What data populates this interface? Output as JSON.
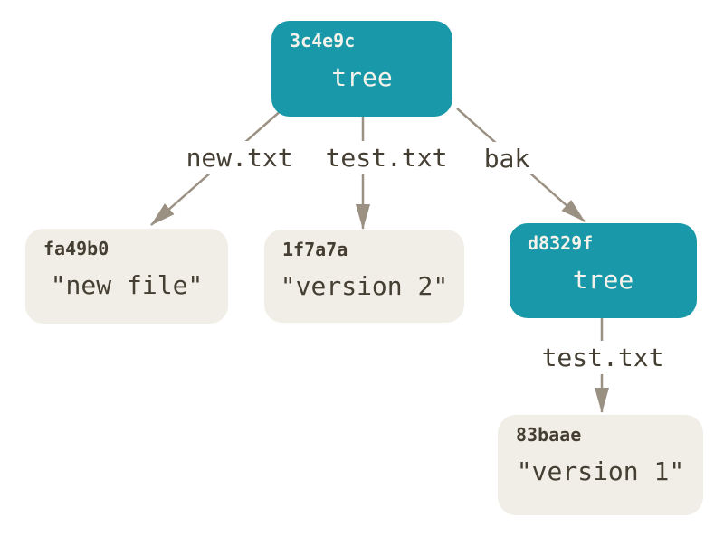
{
  "colors": {
    "tree_node_bg": "#1898a8",
    "blob_node_bg": "#f0eee6",
    "node_text_light": "#f4f2ea",
    "node_text_dark": "#453e33",
    "edge_label_bg": "#ffffff",
    "arrow": "#9b9183"
  },
  "nodes": [
    {
      "hash": "3c4e9c",
      "label": "tree"
    },
    {
      "hash": "fa49b0",
      "label": "\"new file\""
    },
    {
      "hash": "1f7a7a",
      "label": "\"version 2\""
    },
    {
      "hash": "d8329f",
      "label": "tree"
    },
    {
      "hash": "83baae",
      "label": "\"version 1\""
    }
  ],
  "edge_labels": {
    "new_txt": "new.txt",
    "test_txt": "test.txt",
    "bak": "bak",
    "test_txt_2": "test.txt"
  }
}
